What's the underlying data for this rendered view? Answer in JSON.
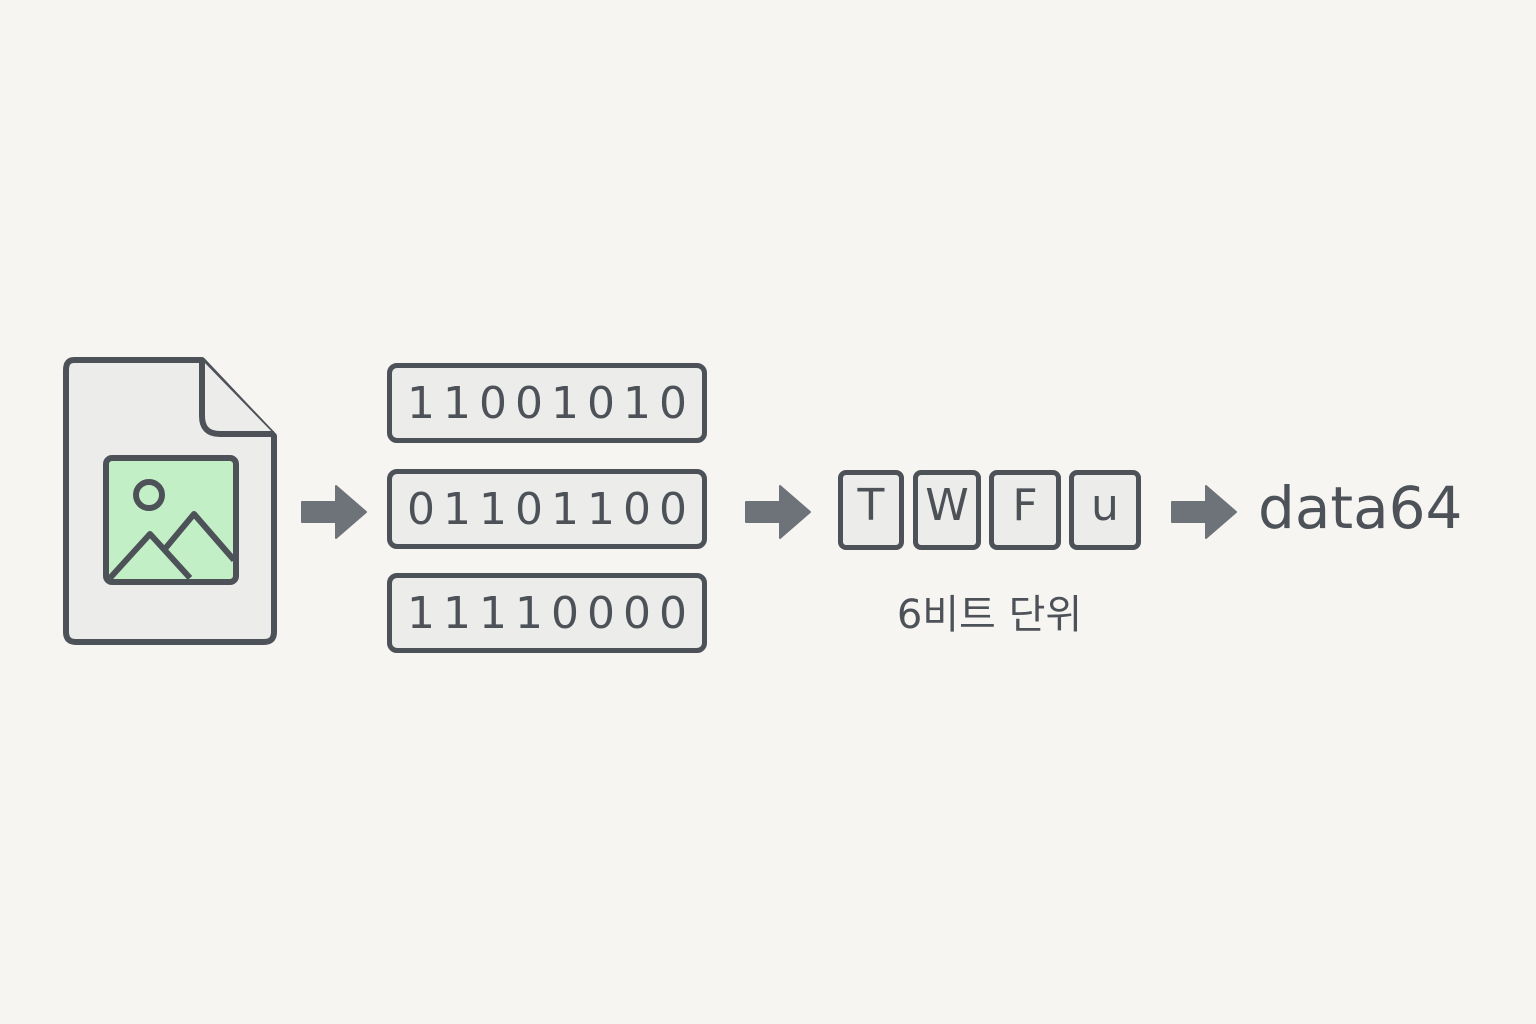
{
  "diagram": {
    "bytes": [
      "11001010",
      "01101100",
      "11110000"
    ],
    "characters": [
      "T",
      "W",
      "F",
      "u"
    ],
    "unit_caption": "6비트 단위",
    "output_label": "data64"
  },
  "colors": {
    "background": "#f6f5f1",
    "stroke": "#4d5158",
    "box_fill": "#ececea",
    "image_fill": "#c3efc6",
    "arrow": "#6e7279"
  },
  "icons": {
    "file": "image-file-icon",
    "arrow": "right-arrow-icon"
  }
}
